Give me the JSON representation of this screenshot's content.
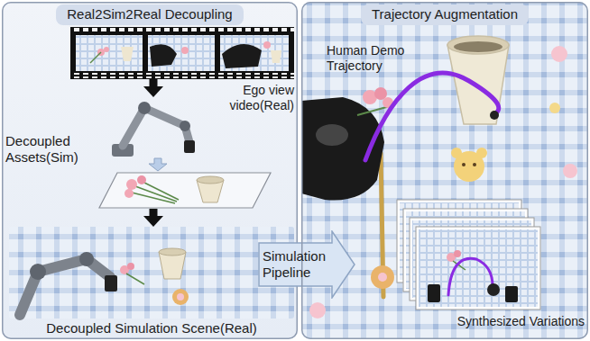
{
  "diagram": {
    "nodes": [
      {
        "text": [
          "Real2Sim2Real Decoupling"
        ]
      },
      {
        "text": [
          "Ego view video(Real)"
        ],
        "in": 0
      },
      {
        "text": [
          "Decoupled Assets(Sim)"
        ],
        "in": 0
      },
      {
        "text": [
          "Decoupled Simulation Scene(Real)"
        ],
        "in": 0
      },
      {
        "text": [
          "Simulation Pipeline"
        ]
      },
      {
        "text": [
          "Trajectory Augmentation"
        ]
      },
      {
        "text": [
          "Synthesized Variations"
        ],
        "in": 5
      }
    ],
    "edges": [
      {
        "from": 1,
        "to": 2,
        "arrow": "to"
      },
      {
        "from": 2,
        "to": 3,
        "arrow": "to"
      }
    ],
    "labels": [
      "Human Demo Trajectory"
    ]
  }
}
